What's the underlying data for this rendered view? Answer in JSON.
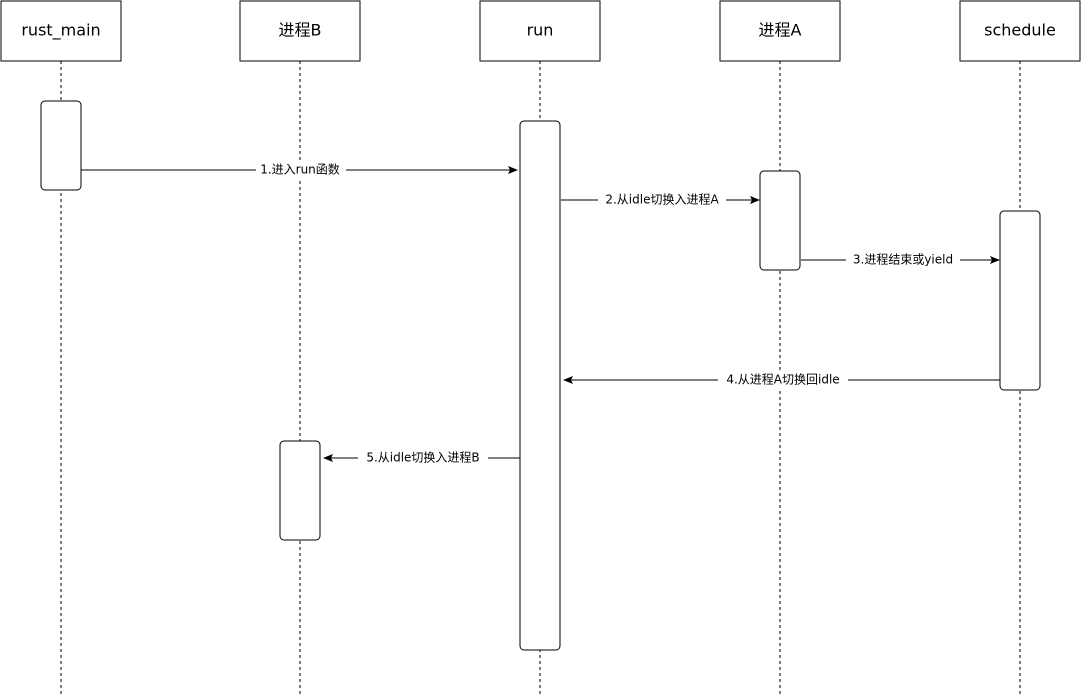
{
  "actors": [
    {
      "id": "rust_main",
      "label": "rust_main"
    },
    {
      "id": "procB",
      "label": "进程B"
    },
    {
      "id": "run",
      "label": "run"
    },
    {
      "id": "procA",
      "label": "进程A"
    },
    {
      "id": "schedule",
      "label": "schedule"
    }
  ],
  "messages": [
    {
      "from": "rust_main",
      "to": "run",
      "label": "1.进入run函数"
    },
    {
      "from": "run",
      "to": "procA",
      "label": "2.从idle切换入进程A"
    },
    {
      "from": "procA",
      "to": "schedule",
      "label": "3.进程结束或yield"
    },
    {
      "from": "schedule",
      "to": "run",
      "label": "4.从进程A切换回idle"
    },
    {
      "from": "run",
      "to": "procB",
      "label": "5.从idle切换入进程B"
    }
  ]
}
